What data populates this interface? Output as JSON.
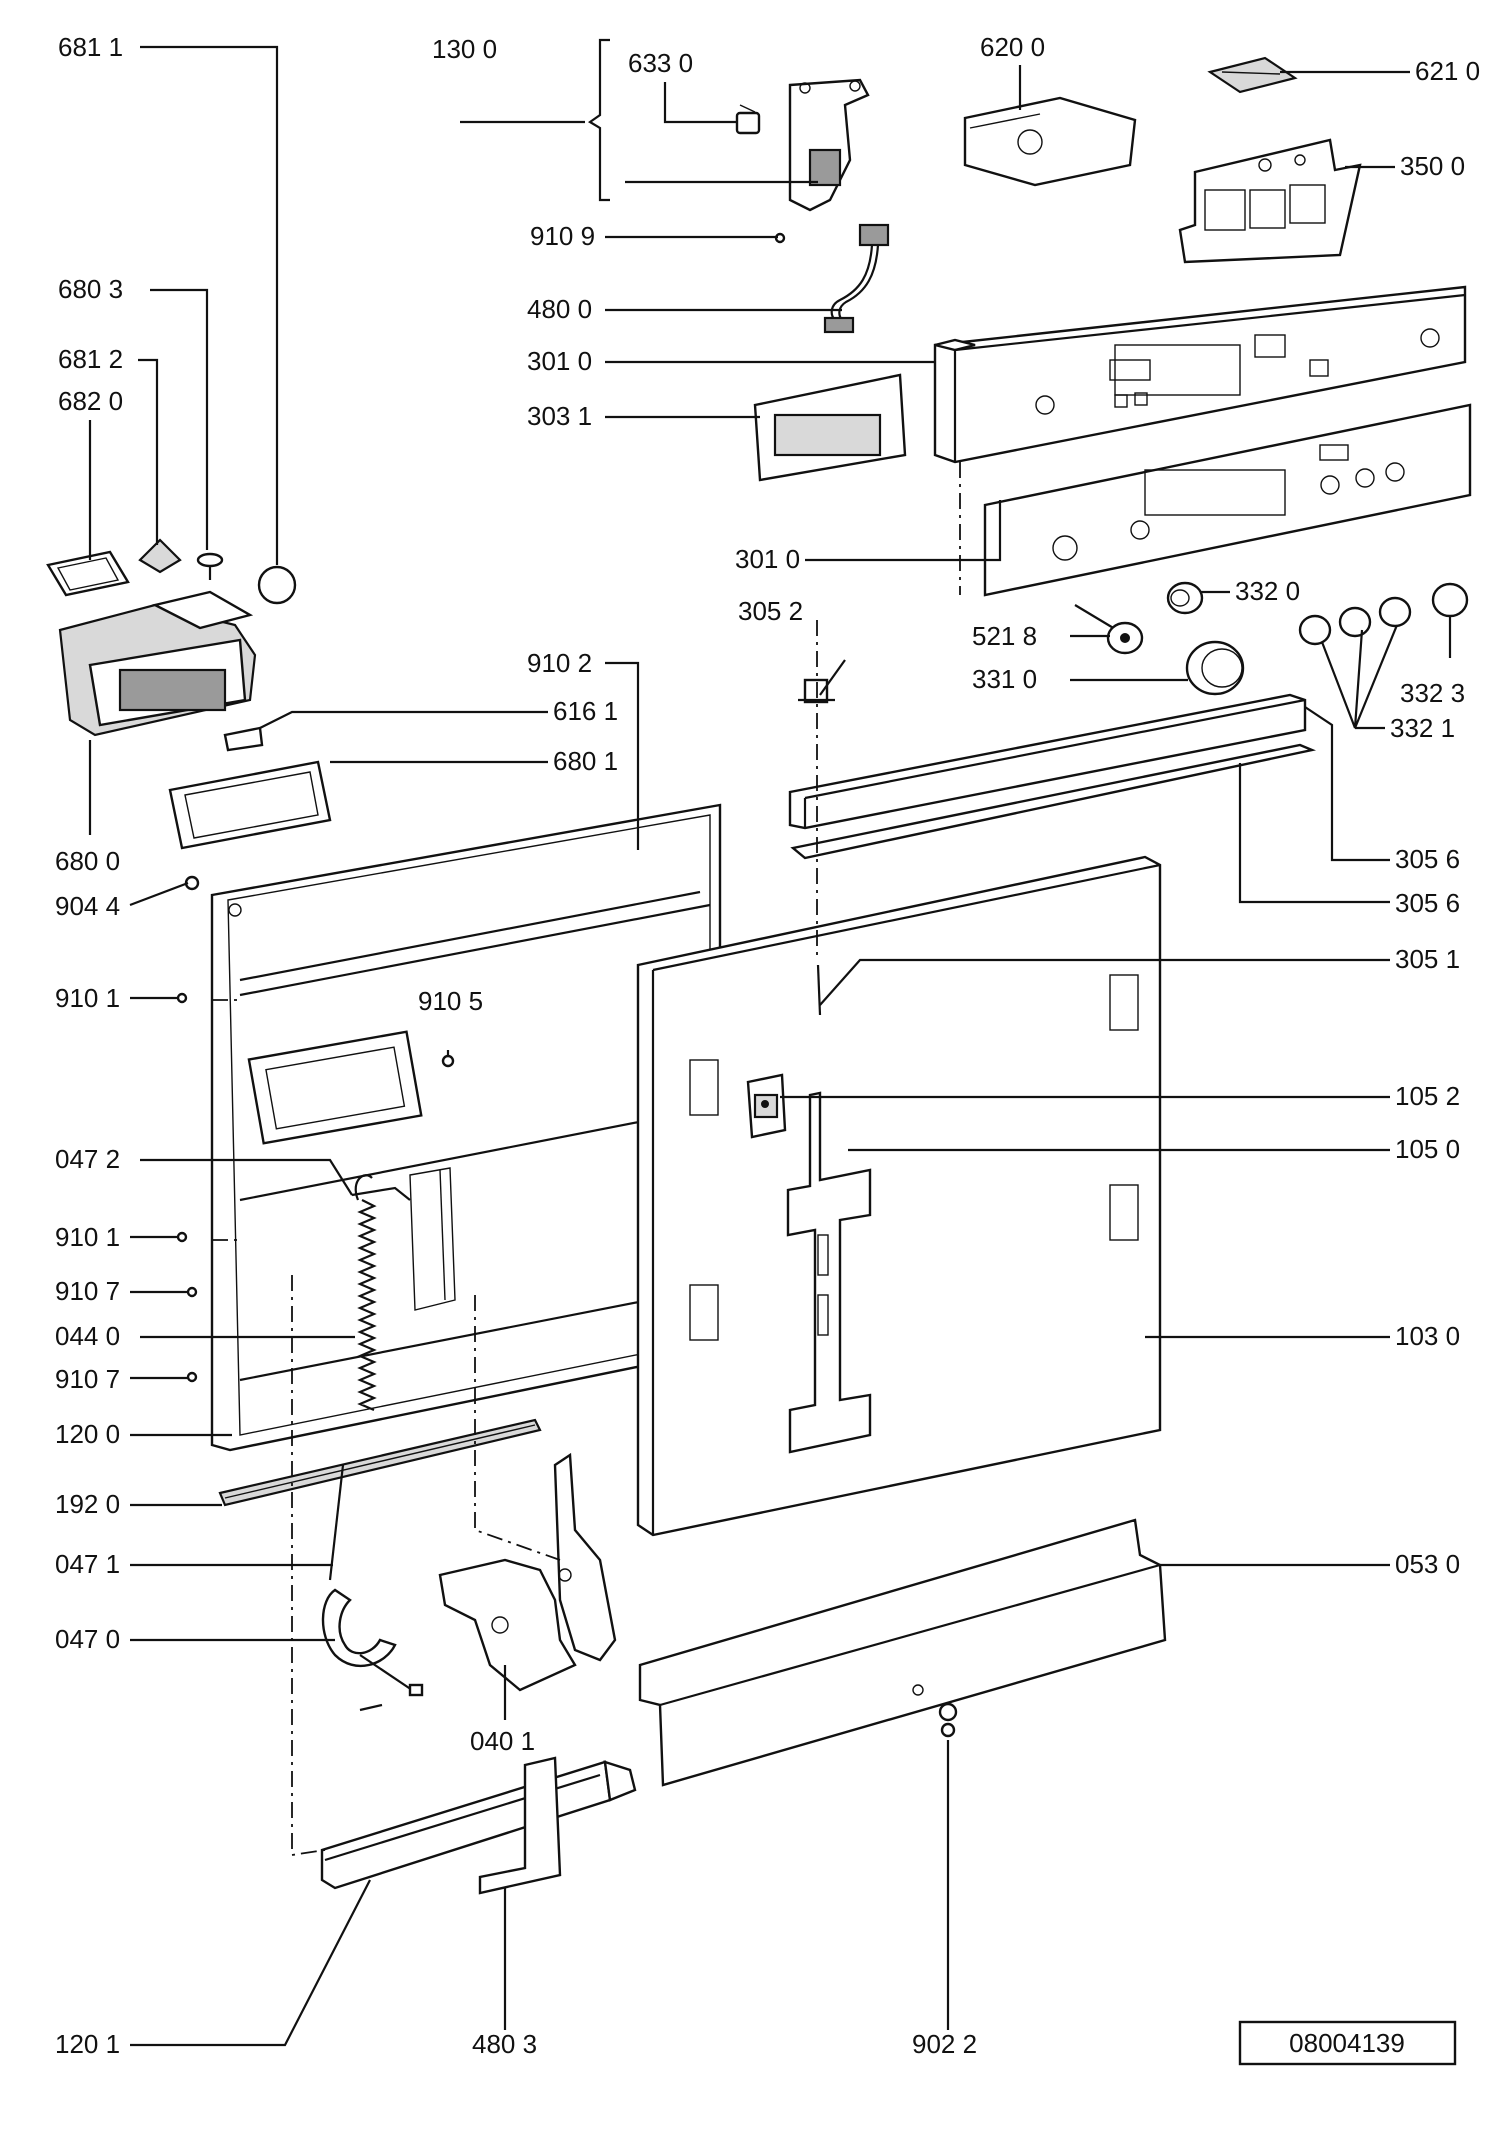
{
  "drawing_number": "08004139",
  "labels": {
    "l6811": "681 1",
    "l1300": "130 0",
    "l6330": "633 0",
    "l6200": "620 0",
    "l6210": "621 0",
    "l3500": "350 0",
    "l9109": "910 9",
    "l4800": "480 0",
    "l6803": "680 3",
    "l3010a": "301 0",
    "l6812": "681 2",
    "l6820": "682 0",
    "l3031": "303 1",
    "l3010b": "301 0",
    "l3052": "305 2",
    "l3320": "332 0",
    "l5218": "521 8",
    "l3310": "331 0",
    "l3323": "332 3",
    "l9102": "910 2",
    "l3321": "332 1",
    "l6161": "616 1",
    "l6801": "680 1",
    "l3056a": "305 6",
    "l6800": "680 0",
    "l3056b": "305 6",
    "l9044": "904 4",
    "l3051": "305 1",
    "l9101a": "910 1",
    "l9105": "910 5",
    "l1052": "105 2",
    "l1050": "105 0",
    "l0472": "047 2",
    "l9101b": "910 1",
    "l9107a": "910 7",
    "l0440": "044 0",
    "l1030": "103 0",
    "l9107b": "910 7",
    "l1200": "120 0",
    "l1920": "192 0",
    "l0530": "053 0",
    "l0471": "047 1",
    "l0470": "047 0",
    "l0401": "040 1",
    "l1201": "120 1",
    "l4803": "480 3",
    "l9022": "902 2"
  }
}
